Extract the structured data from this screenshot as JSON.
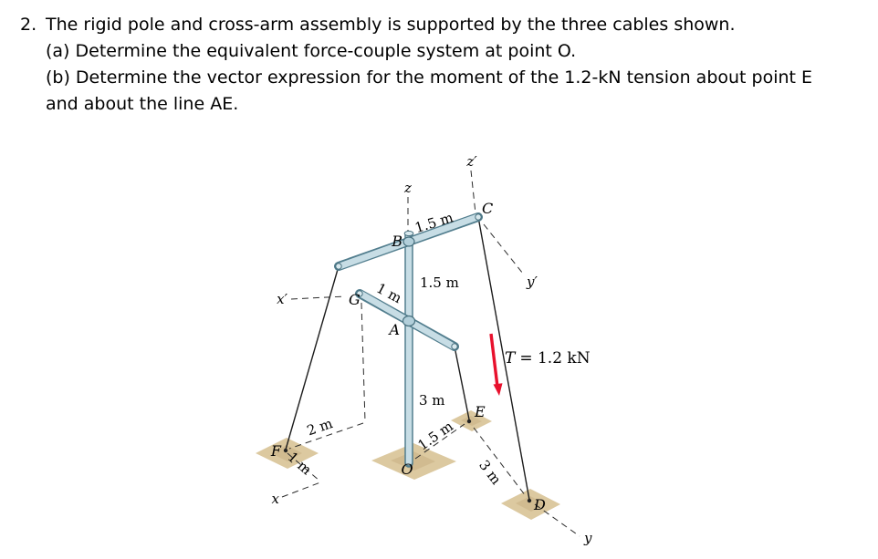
{
  "problem": {
    "number": "2.",
    "statement": "The rigid pole and cross-arm assembly is supported by the three cables shown.",
    "part_a": "(a) Determine the equivalent force-couple system at point O.",
    "part_b": "(b) Determine the vector expression for the moment of the 1.2-kN tension about point E",
    "part_b_cont": "and about the line AE."
  },
  "diagram": {
    "points": {
      "A": "A",
      "B": "B",
      "C": "C",
      "D": "D",
      "E": "E",
      "F": "F",
      "G": "G",
      "O": "O"
    },
    "axes": {
      "x": "x",
      "y": "y",
      "z": "z",
      "x_prime": "x′",
      "y_prime": "y′",
      "z_prime": "z′"
    },
    "dims": {
      "bc": "1.5 m",
      "ab": "1.5 m",
      "ga": "1 m",
      "oa": "3 m",
      "fx_2m": "2 m",
      "fy_1m": "1 m",
      "oe_1_5m": "1.5 m",
      "ed_3m": "3 m"
    },
    "tension": {
      "symbol": "T",
      "value": "= 1.2 kN",
      "color": "#e8112d"
    },
    "colors": {
      "member_fill": "#c7dde5",
      "member_outline": "#527e8e",
      "shadow": "#dcc9a0"
    }
  }
}
